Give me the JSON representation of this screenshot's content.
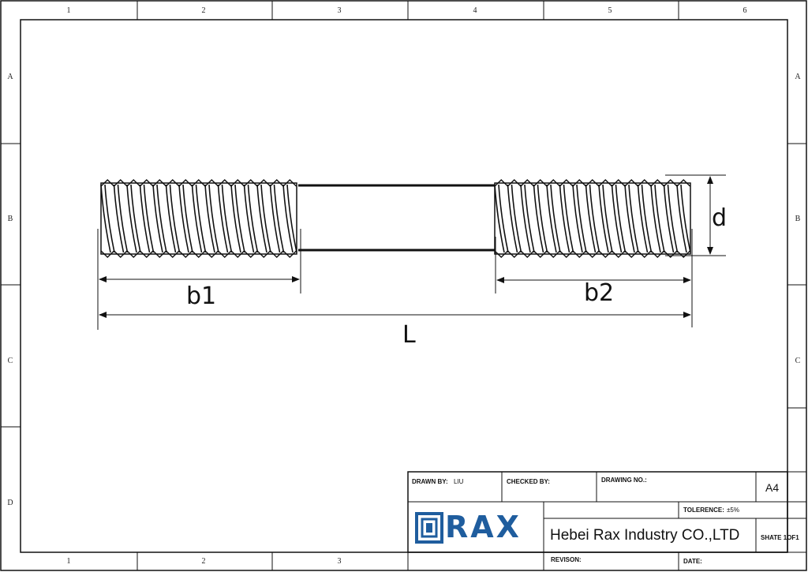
{
  "border": {
    "columns": [
      "1",
      "2",
      "3",
      "4",
      "5",
      "6"
    ],
    "bottom_columns": [
      "1",
      "2",
      "3"
    ],
    "rows": [
      "A",
      "B",
      "C",
      "D"
    ]
  },
  "drawing": {
    "labels": {
      "b1": "b1",
      "b2": "b2",
      "L": "L",
      "d": "d"
    }
  },
  "title_block": {
    "drawn_by_label": "DRAWN BY:",
    "drawn_by_value": "LIU",
    "checked_by_label": "CHECKED BY:",
    "drawing_no_label": "DRAWING NO.:",
    "size": "A4",
    "tolerance_label": "TOLERENCE:",
    "tolerance_value": "±5%",
    "logo_text": "RAX",
    "logo_color": "#1f5d9e",
    "company": "Hebei Rax Industry CO.,LTD",
    "sheet": "SHATE 1OF1",
    "revision_label": "REVISON:",
    "date_label": "DATE:"
  }
}
